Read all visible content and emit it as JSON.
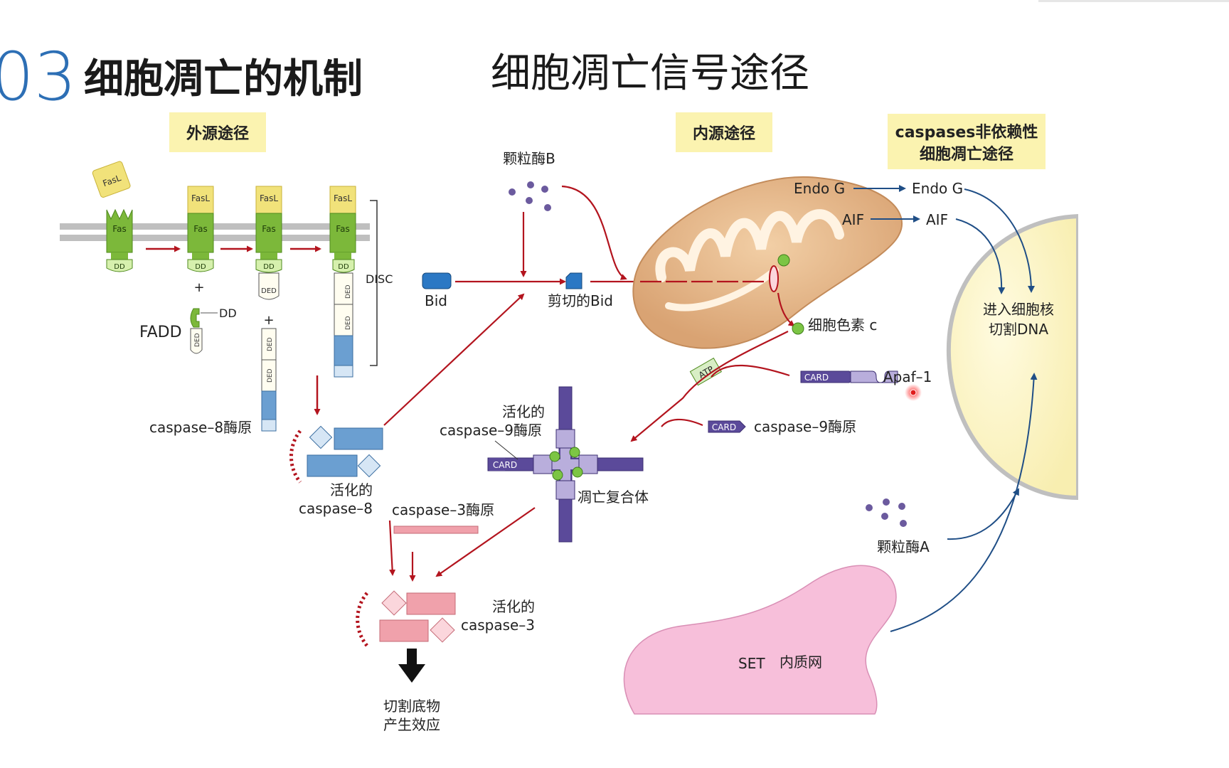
{
  "slide": {
    "section_number": "03",
    "section_title": "细胞凋亡的机制",
    "diagram_title": "细胞凋亡信号途径"
  },
  "pathway_headers": {
    "extrinsic": "外源途径",
    "intrinsic": "内源途径",
    "caspase_independent_line1": "caspases非依赖性",
    "caspase_independent_line2": "细胞凋亡途径"
  },
  "labels": {
    "fasl": "FasL",
    "fas": "Fas",
    "dd": "DD",
    "ded": "DED",
    "plus": "+",
    "fadd": "FADD",
    "disc": "DISC",
    "caspase8_zymogen": "caspase–8酶原",
    "activated_caspase8_line1": "活化的",
    "activated_caspase8_line2": "caspase–8",
    "granzyme_b": "颗粒酶B",
    "bid": "Bid",
    "cleaved_bid": "剪切的Bid",
    "endo_g": "Endo G",
    "aif": "AIF",
    "cytochrome_c": "细胞色素 c",
    "atp": "ATP",
    "card": "CARD",
    "apaf1": "Apaf–1",
    "caspase9_zymogen": "caspase–9酶原",
    "activated_caspase9_line1": "活化的",
    "activated_caspase9_line2": "caspase–9酶原",
    "apoptosome": "凋亡复合体",
    "caspase3_zymogen": "caspase–3酶原",
    "activated_caspase3_line1": "活化的",
    "activated_caspase3_line2": "caspase–3",
    "substrate_line1": "切割底物",
    "substrate_line2": "产生效应",
    "nucleus_line1": "进入细胞核",
    "nucleus_line2": "切割DNA",
    "granzyme_a": "颗粒酶A",
    "set": "SET",
    "er": "内质网"
  },
  "colors": {
    "red_arrow": "#b3141e",
    "blue_arrow": "#1f4e86",
    "membrane": "#bfbfbf",
    "fas_green": "#7cb83a",
    "fasl_yellow": "#f1e27a",
    "header_bg": "#fbf3b0",
    "caspase8_blue": "#6b9fd1",
    "caspase3_pink": "#f0a1ab",
    "apoptosome_purple": "#5b4a9a",
    "mitochondrion": "#e8b98c",
    "nucleus": "#fdf7c4",
    "er_pink": "#f7bfda",
    "section_number_blue": "#2d6fb5"
  }
}
